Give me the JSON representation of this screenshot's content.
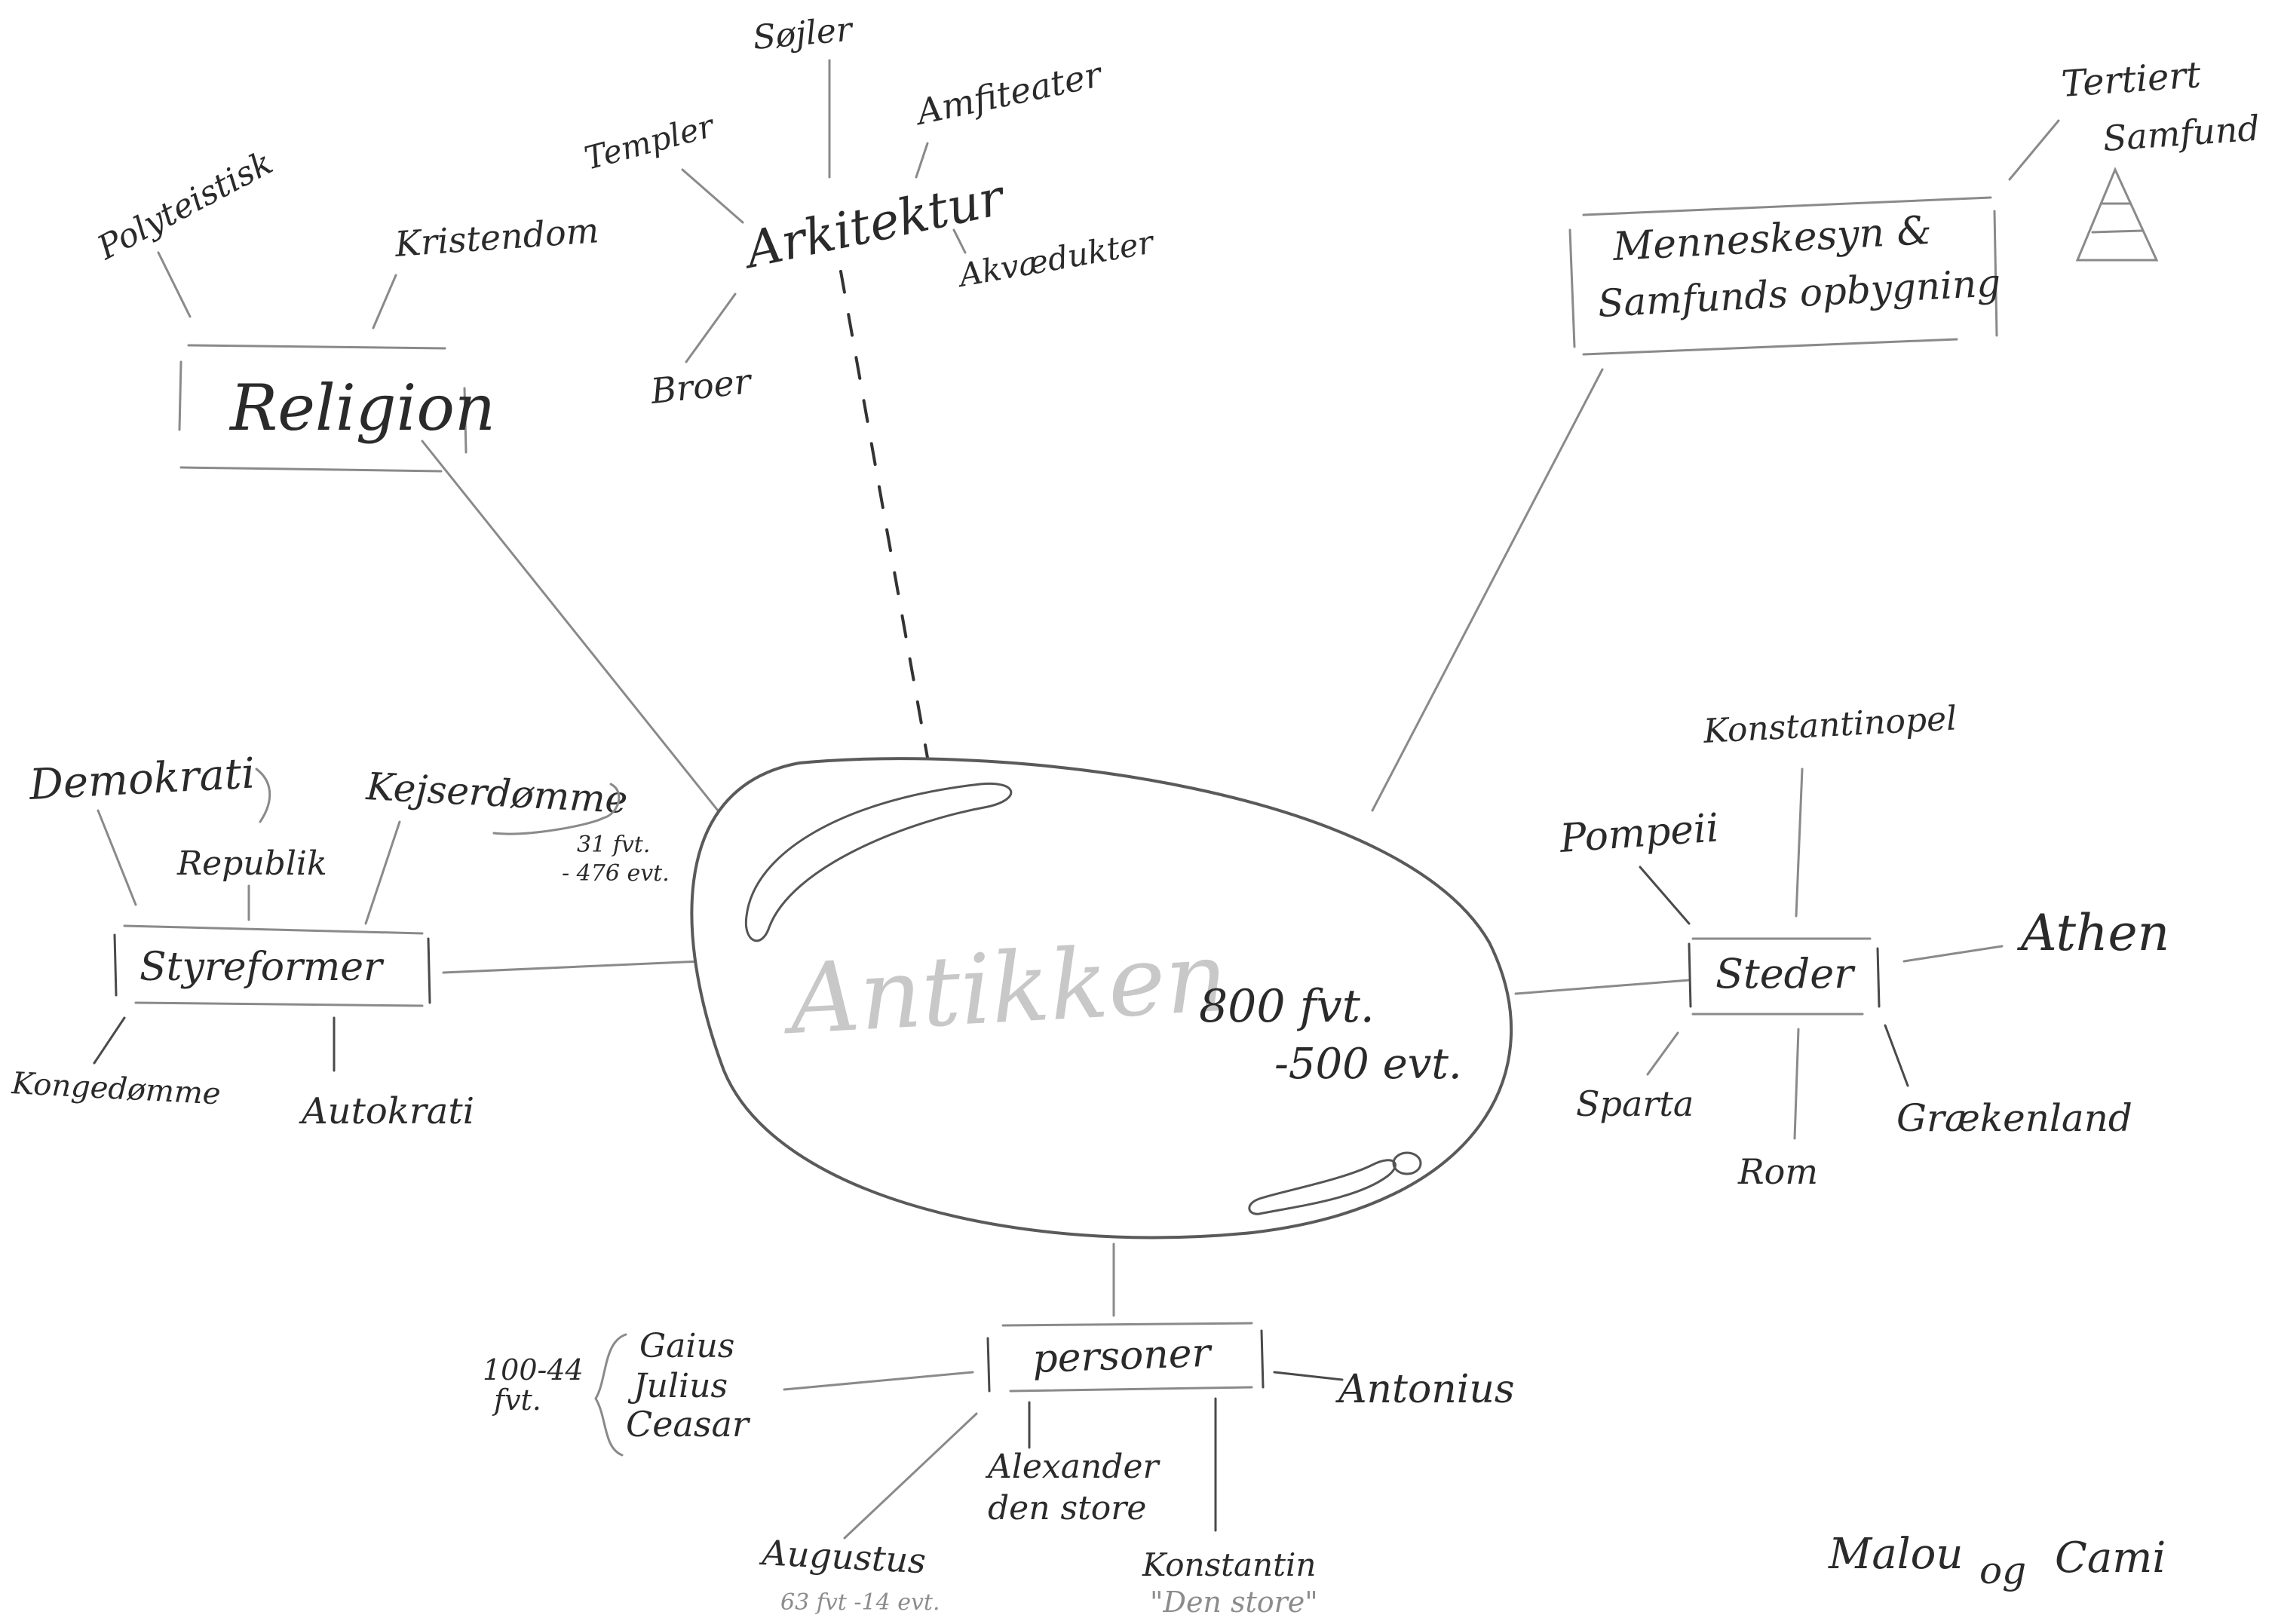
{
  "center": {
    "title": "Antikken",
    "period_line1": "800 fvt.",
    "period_line2": "-500 evt."
  },
  "branches": {
    "religion": {
      "label": "Religion",
      "children": [
        "Polyteistisk",
        "Kristendom"
      ]
    },
    "arkitektur": {
      "label": "Arkitektur",
      "children": [
        "Søjler",
        "Templer",
        "Amfiteater",
        "Akvædukter",
        "Broer"
      ]
    },
    "samfund": {
      "label_line1": "Menneskesyn &",
      "label_line2": "Samfunds opbygning",
      "children": [
        "Tertiert",
        "Samfund"
      ]
    },
    "styreformer": {
      "label": "Styreformer",
      "children": [
        "Demokrati",
        "Republik",
        "Kejserdømme",
        "Kongedømme",
        "Autokrati"
      ],
      "kejserdomme_note_line1": "31 fvt.",
      "kejserdomme_note_line2": "- 476 evt."
    },
    "steder": {
      "label": "Steder",
      "children": [
        "Konstantinopel",
        "Pompeii",
        "Athen",
        "Sparta",
        "Rom",
        "Grækenland"
      ]
    },
    "personer": {
      "label": "personer",
      "caesar_line1": "Gaius",
      "caesar_line2": "Julius",
      "caesar_line3": "Ceasar",
      "caesar_years_line1": "100-44",
      "caesar_years_line2": "fvt.",
      "antonius": "Antonius",
      "alexander_line1": "Alexander",
      "alexander_line2": "den store",
      "augustus": "Augustus",
      "augustus_years": "63 fvt -14 evt.",
      "konstantin": "Konstantin",
      "konstantin_nick": "\"Den store\""
    }
  },
  "signature": {
    "name1": "Malou",
    "conj": "og",
    "name2": "Cami"
  }
}
